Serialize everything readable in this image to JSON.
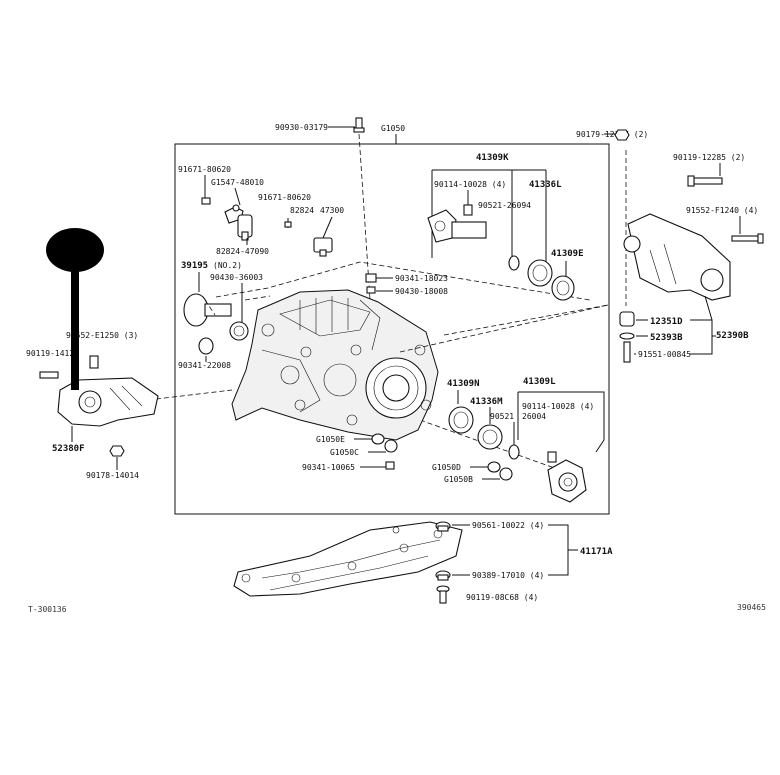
{
  "diagram": {
    "group_code": "G1050",
    "footer_left": "T-300136",
    "footer_right": "390465",
    "callout_marker_color": "#000000",
    "labels": {
      "p90930_03179": "90930-03179",
      "p90179_12147": "90179-12147 (2)",
      "p90119_12285": "90119-12285 (2)",
      "p91552_F1240": "91552-F1240 (4)",
      "p91671_80620a": "91671-80620",
      "p61547_48010": "G1547-48010",
      "p91671_80620b": "91671-80620",
      "p82824": "82824",
      "p47300": "47300",
      "p82824_47090": "82824-47090",
      "p39195": "39195",
      "p39195_note": "(NO.2)",
      "p90430_36003": "90430-36003",
      "p90341_18023": "90341-18023",
      "p90430_18008": "90430-18008",
      "p90341_22008": "90341-22008",
      "p41309K": "41309K",
      "p90114_10028_top": "90114-10028 (4)",
      "p41336L": "41336L",
      "p90521_26094": "90521-26094",
      "p41309E": "41309E",
      "p12351D": "12351D",
      "p52393B": "52393B",
      "p52390B": "52390B",
      "p91551_00845": "91551-00845",
      "p91552_E1250": "91552-E1250 (3)",
      "p90119_14120": "90119-14120",
      "p52380F": "52380F",
      "p90178_14014": "90178-14014",
      "p41309N": "41309N",
      "p41336M": "41336M",
      "p41309L": "41309L",
      "p90114_10028_bot": "90114-10028 (4)",
      "p90521": "90521",
      "p26004": "26004",
      "pG1050E": "G1050E",
      "pG1050C": "G1050C",
      "p90341_10065": "90341-10065",
      "pG1050D": "G1050D",
      "pG1050B": "G1050B",
      "p90561_10022": "90561-10022 (4)",
      "p90389_17010": "90389-17010 (4)",
      "p90119_08C68": "90119-08C68 (4)",
      "p41171A": "41171A"
    }
  }
}
